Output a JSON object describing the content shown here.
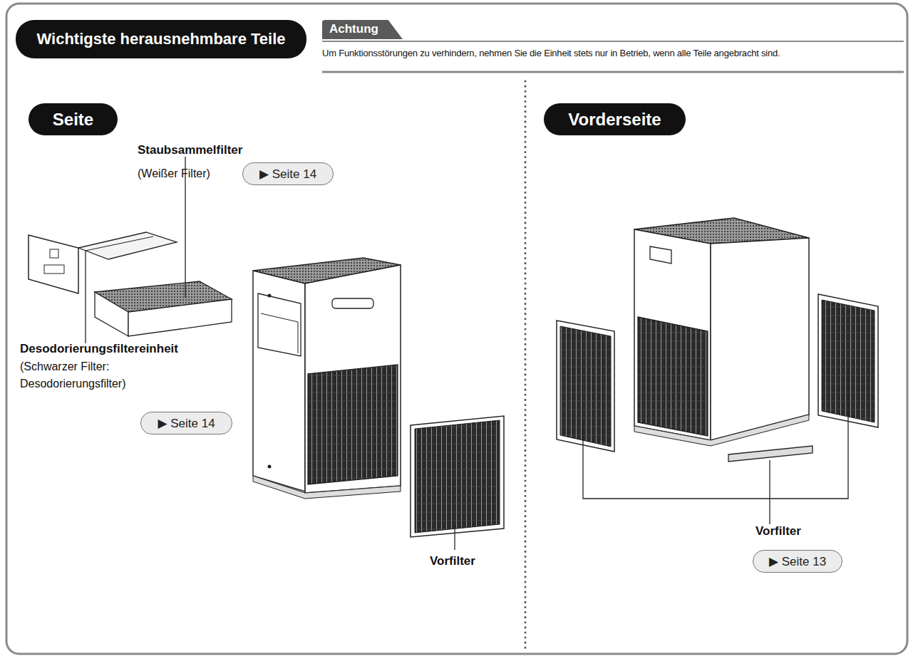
{
  "diagram": {
    "title": "Wichtigste herausnehmbare Teile",
    "nodes": [
      {
        "text": [
          "Achtung",
          "Um Funktionsstörungen zu verhindern, nehmen Sie die Einheit stets nur in Betrieb, wenn alle Teile angebracht sind."
        ]
      },
      {
        "text": [
          "Seite"
        ]
      },
      {
        "text": [
          "Vorderseite"
        ]
      },
      {
        "text": [
          "▶ Seite 14"
        ]
      },
      {
        "text": [
          "▶ Seite 14"
        ]
      },
      {
        "text": [
          "▶ Seite 13"
        ]
      }
    ],
    "labels": [
      "Staubsammelfilter",
      "(Weißer Filter)",
      "Desodorierungsfiltereinheit",
      "(Schwarzer Filter: Desodorierungsfilter)",
      "Vorfilter",
      "Vorfilter"
    ]
  }
}
